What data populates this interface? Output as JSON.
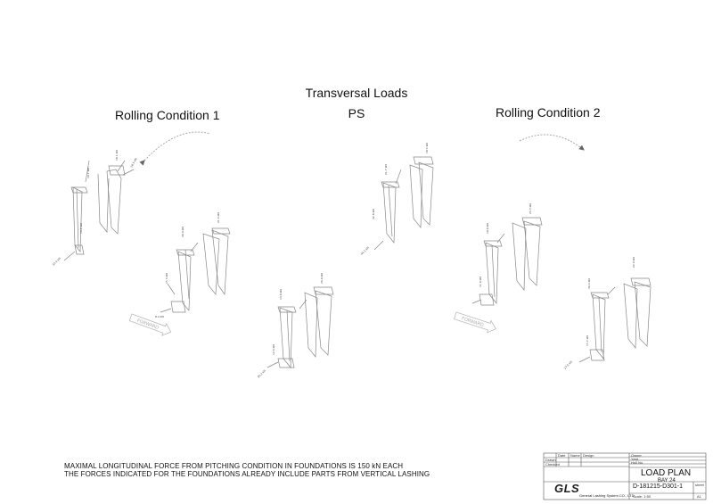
{
  "headings": {
    "center_title": "Transversal Loads",
    "center_side": "PS",
    "left_condition": "Rolling Condition 1",
    "right_condition": "Rolling Condition 2"
  },
  "notes": [
    "MAXIMAL LONGITUDINAL FORCE FROM PITCHING CONDITION IN FOUNDATIONS IS 150 kN EACH",
    "THE FORCES INDICATED FOR THE FOUNDATIONS ALREADY INCLUDE PARTS FROM VERTICAL LASHING"
  ],
  "forward_label": "FORWARD",
  "title_block": {
    "logo": "GLS",
    "company_name": "General Lashing System CO., LTD.",
    "drawing_title": "LOAD PLAN",
    "bay": "BAY 24",
    "drawing_number": "D-181215-D301-1",
    "sheet_label": "sheet",
    "sheet_value": "A1",
    "scale": "Scale: 1:50",
    "row_labels": [
      "Drawn",
      "Checked"
    ],
    "col_labels": [
      "Date",
      "Name",
      "Design"
    ],
    "owner_label": "Owner",
    "yard_label": "Yard",
    "hull_label": "Hull No."
  },
  "colors": {
    "line": "#555555",
    "light_line": "#9a9a9a",
    "text": "#111111"
  }
}
